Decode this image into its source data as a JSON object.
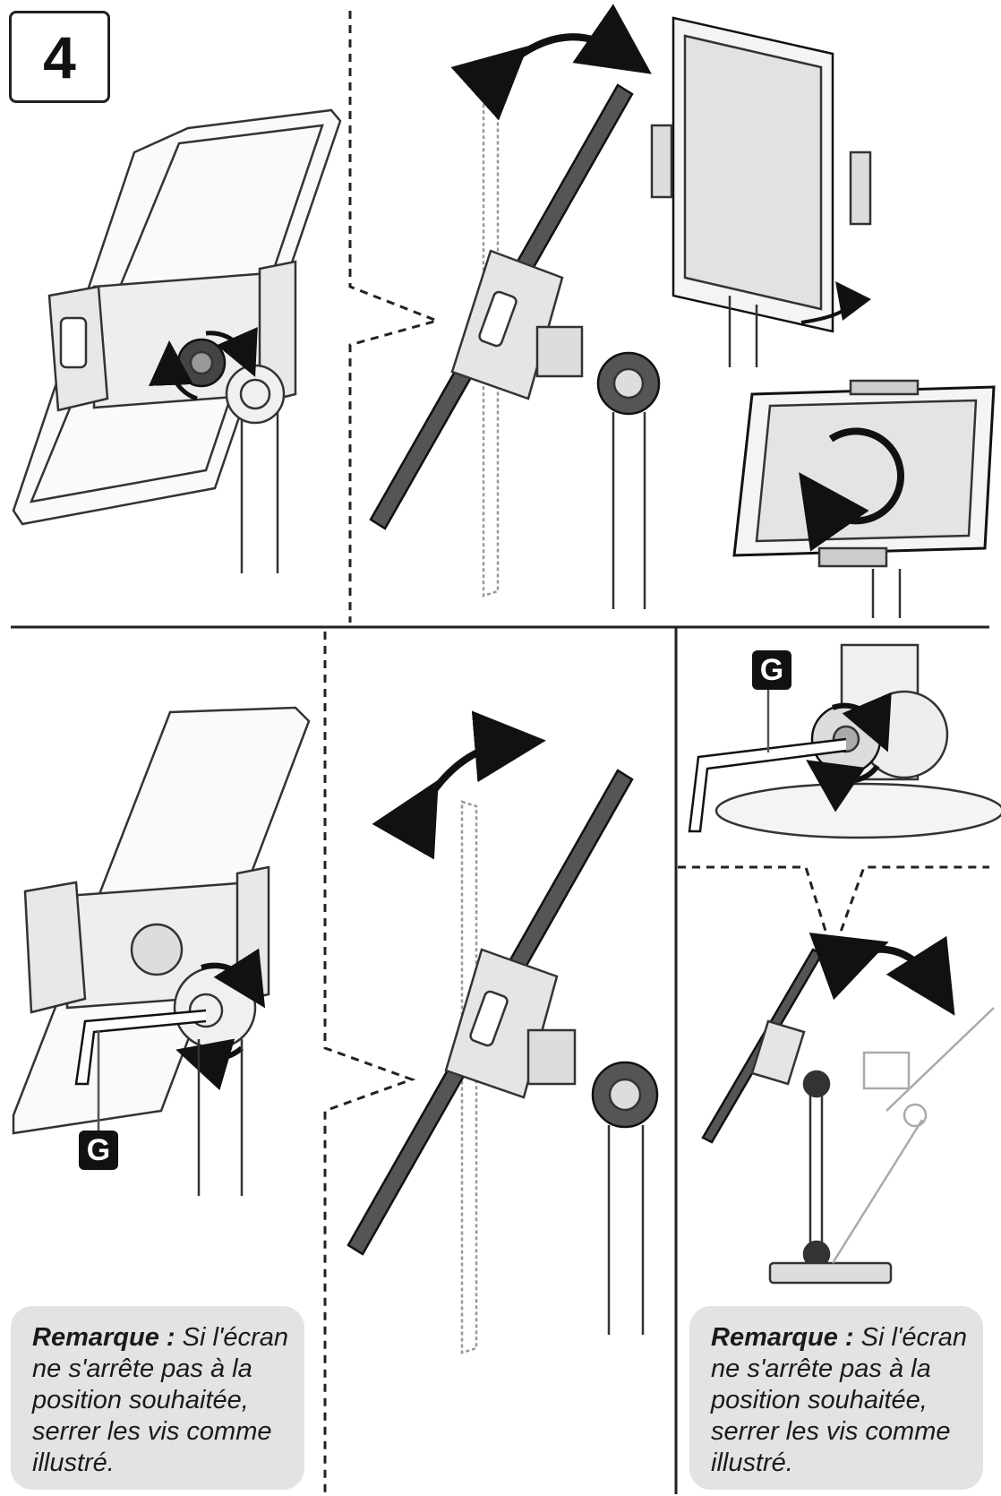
{
  "step": {
    "number": "4"
  },
  "labels": {
    "g_top": "G",
    "g_bottom": "G"
  },
  "notes": [
    {
      "lead": "Remarque :",
      "text": " Si l'écran ne s'arrête pas à la position souhaitée, serrer les vis comme illustré."
    },
    {
      "lead": "Remarque :",
      "text": " Si l'écran ne s'arrête pas à la position souhaitée, serrer les vis comme illustré."
    }
  ],
  "colors": {
    "ink": "#222222",
    "note_bg": "#e3e3e3",
    "badge_bg": "#111111"
  }
}
